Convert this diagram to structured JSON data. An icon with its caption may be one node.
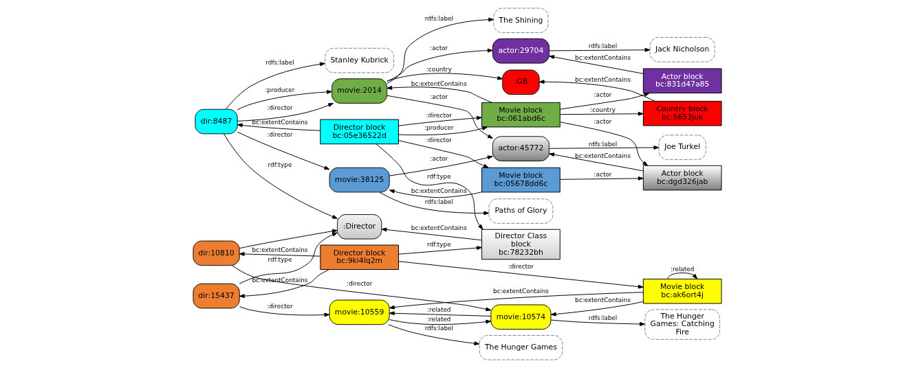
{
  "diagram": {
    "nodes": [
      {
        "text": [
          "Stanley Kubrick"
        ]
      },
      {
        "text": [
          "The Shining"
        ]
      },
      {
        "text": [
          "actor:29704"
        ]
      },
      {
        "text": [
          "Jack Nicholson"
        ]
      },
      {
        "text": [
          "dir:8487"
        ]
      },
      {
        "text": [
          "movie:2014"
        ]
      },
      {
        "text": [
          ":GB"
        ]
      },
      {
        "text": [
          ":Director"
        ]
      },
      {
        "text": [
          "actor:45772"
        ]
      },
      {
        "text": [
          "Joe Turkel"
        ]
      },
      {
        "text": [
          "dir:15437"
        ]
      },
      {
        "text": [
          "movie:38125"
        ]
      },
      {
        "text": [
          "Paths of Glory"
        ]
      },
      {
        "text": [
          "dir:10810"
        ]
      },
      {
        "text": [
          "movie:10559"
        ]
      },
      {
        "text": [
          "The Hunger Games"
        ]
      },
      {
        "text": [
          "movie:10574"
        ]
      },
      {
        "text": [
          "The Hunger Games: Catching Fire"
        ]
      },
      {
        "text": [
          "Actor block",
          "bc:831d47a85"
        ]
      },
      {
        "text": [
          "Director block",
          "bc:05e36522d"
        ]
      },
      {
        "text": [
          "Country block",
          "bc:5653juk"
        ]
      },
      {
        "text": [
          "Movie block",
          "bc:061abd6c"
        ]
      },
      {
        "text": [
          "Director Class block",
          "bc:78232bh"
        ]
      },
      {
        "text": [
          "Actor block",
          "bc:dgd326jab"
        ]
      },
      {
        "text": [
          "Director block",
          "bc:9ki4lq2m"
        ]
      },
      {
        "text": [
          "Movie block",
          "bc:05678dd6c"
        ]
      },
      {
        "text": [
          "Movie block",
          "bc:ak6ort4j"
        ]
      }
    ],
    "edges": [
      {
        "from": 4,
        "to": 0,
        "arrow": "to",
        "label": "rdfs:label"
      },
      {
        "from": 5,
        "to": 1,
        "arrow": "to",
        "label": "rdfs:label"
      },
      {
        "from": 2,
        "to": 3,
        "arrow": "to",
        "label": "rdfs:label"
      },
      {
        "from": 4,
        "to": 5,
        "arrow": "to",
        "label": ":producer"
      },
      {
        "from": 4,
        "to": 5,
        "arrow": "to",
        "label": ":director"
      },
      {
        "from": 4,
        "to": 7,
        "arrow": "to",
        "label": "rdf:type"
      },
      {
        "from": 4,
        "to": 11,
        "arrow": "to",
        "label": ":director"
      },
      {
        "from": 5,
        "to": 2,
        "arrow": "to",
        "label": ":actor"
      },
      {
        "from": 5,
        "to": 6,
        "arrow": "to",
        "label": ":country"
      },
      {
        "from": 5,
        "to": 8,
        "arrow": "to",
        "label": ":actor"
      },
      {
        "from": 8,
        "to": 9,
        "arrow": "to",
        "label": "rdfs:label"
      },
      {
        "from": 11,
        "to": 8,
        "arrow": "to",
        "label": ":actor"
      },
      {
        "from": 11,
        "to": 12,
        "arrow": "to",
        "label": "rdfs:label"
      },
      {
        "from": 10,
        "to": 7,
        "arrow": "to",
        "label": "rdf:type"
      },
      {
        "from": 13,
        "to": 7,
        "arrow": "to"
      },
      {
        "from": 10,
        "to": 14,
        "arrow": "to",
        "label": ":director"
      },
      {
        "from": 13,
        "to": 16,
        "arrow": "to",
        "label": ":director"
      },
      {
        "from": 14,
        "to": 15,
        "arrow": "to",
        "label": "rdfs:label"
      },
      {
        "from": 14,
        "to": 16,
        "arrow": "to",
        "label": ":related"
      },
      {
        "from": 16,
        "to": 14,
        "arrow": "to",
        "label": ":related"
      },
      {
        "from": 16,
        "to": 17,
        "arrow": "to",
        "label": "rdfs:label"
      },
      {
        "from": 18,
        "to": 2,
        "arrow": "to",
        "label": "bc:extentContains"
      },
      {
        "from": 19,
        "to": 4,
        "arrow": "to",
        "label": "bc:extentContains"
      },
      {
        "from": 20,
        "to": 6,
        "arrow": "to",
        "label": "bc:extentContains"
      },
      {
        "from": 21,
        "to": 5,
        "arrow": "to",
        "label": "bc:extentContains"
      },
      {
        "from": 22,
        "to": 7,
        "arrow": "to",
        "label": "bc:extentContains"
      },
      {
        "from": 23,
        "to": 8,
        "arrow": "to",
        "label": "bc:extentContains"
      },
      {
        "from": 24,
        "to": 10,
        "arrow": "to",
        "label": "bc:extentContains"
      },
      {
        "from": 25,
        "to": 11,
        "arrow": "to",
        "label": "bc:extentContains"
      },
      {
        "from": 24,
        "to": 13,
        "arrow": "to",
        "label": "bc:extentContains"
      },
      {
        "from": 26,
        "to": 14,
        "arrow": "to",
        "label": "bc:extentContains"
      },
      {
        "from": 26,
        "to": 16,
        "arrow": "to",
        "label": "bc:extentContains"
      },
      {
        "from": 19,
        "to": 22,
        "arrow": "to",
        "label": "rdf:type"
      },
      {
        "from": 19,
        "to": 21,
        "arrow": "to",
        "label": ":director"
      },
      {
        "from": 19,
        "to": 21,
        "arrow": "to",
        "label": ":producer"
      },
      {
        "from": 19,
        "to": 25,
        "arrow": "to",
        "label": ":director"
      },
      {
        "from": 21,
        "to": 18,
        "arrow": "to",
        "label": ":actor"
      },
      {
        "from": 21,
        "to": 20,
        "arrow": "to",
        "label": ":country"
      },
      {
        "from": 21,
        "to": 23,
        "arrow": "to",
        "label": ":actor"
      },
      {
        "from": 25,
        "to": 23,
        "arrow": "to",
        "label": ":actor"
      },
      {
        "from": 24,
        "to": 22,
        "arrow": "to",
        "label": "rdf:type"
      },
      {
        "from": 24,
        "to": 26,
        "arrow": "to",
        "label": ":director"
      },
      {
        "from": 26,
        "to": 26,
        "arrow": "to",
        "label": ":related"
      }
    ]
  }
}
